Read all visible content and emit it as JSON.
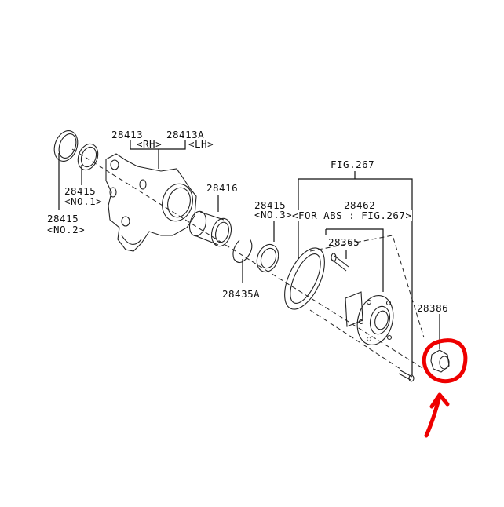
{
  "diagram": {
    "title_ref": "FIG.267",
    "labels": [
      {
        "id": "knuckle_rh",
        "part": "28413",
        "note": "<RH>"
      },
      {
        "id": "knuckle_lh",
        "part": "28413A",
        "note": "<LH>"
      },
      {
        "id": "seal_no1",
        "part": "28415",
        "note": "<NO.1>"
      },
      {
        "id": "seal_no2",
        "part": "28415",
        "note": "<NO.2>"
      },
      {
        "id": "bearing",
        "part": "28416",
        "note": ""
      },
      {
        "id": "seal_no3",
        "part": "28415",
        "note": "<NO.3>"
      },
      {
        "id": "snap_ring",
        "part": "28435A",
        "note": ""
      },
      {
        "id": "fig_ref",
        "part": "FIG.267",
        "note": ""
      },
      {
        "id": "hub",
        "part": "28462",
        "note": "<FOR ABS : FIG.267>"
      },
      {
        "id": "bolt",
        "part": "28365",
        "note": ""
      },
      {
        "id": "nut",
        "part": "28386",
        "note": ""
      }
    ],
    "annotation": {
      "type": "red-circle-with-arrow",
      "target_part": "28386",
      "color": "#ee0000"
    }
  }
}
